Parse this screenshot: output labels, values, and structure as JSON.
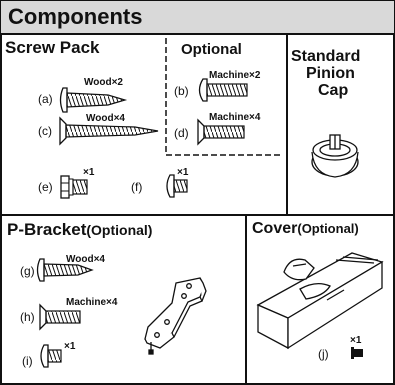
{
  "title": "Components",
  "screw_pack": {
    "heading": "Screw Pack",
    "items": [
      {
        "letter": "(a)",
        "qty": "Wood×2"
      },
      {
        "letter": "(c)",
        "qty": "Wood×4"
      },
      {
        "letter": "(e)",
        "qty": "×1"
      },
      {
        "letter": "(f)",
        "qty": "×1"
      }
    ]
  },
  "optional": {
    "heading": "Optional",
    "items": [
      {
        "letter": "(b)",
        "qty": "Machine×2"
      },
      {
        "letter": "(d)",
        "qty": "Machine×4"
      }
    ]
  },
  "pinion": {
    "line1": "Standard",
    "line2": "Pinion",
    "line3": "Cap"
  },
  "p_bracket": {
    "heading_main": "P-Bracket",
    "heading_sub": "(Optional)",
    "items": [
      {
        "letter": "(g)",
        "qty": "Wood×4"
      },
      {
        "letter": "(h)",
        "qty": "Machine×4"
      },
      {
        "letter": "(i)",
        "qty": "×1"
      }
    ]
  },
  "cover": {
    "heading_main": "Cover",
    "heading_sub": "(Optional)",
    "items": [
      {
        "letter": "(j)",
        "qty": "×1"
      }
    ]
  }
}
